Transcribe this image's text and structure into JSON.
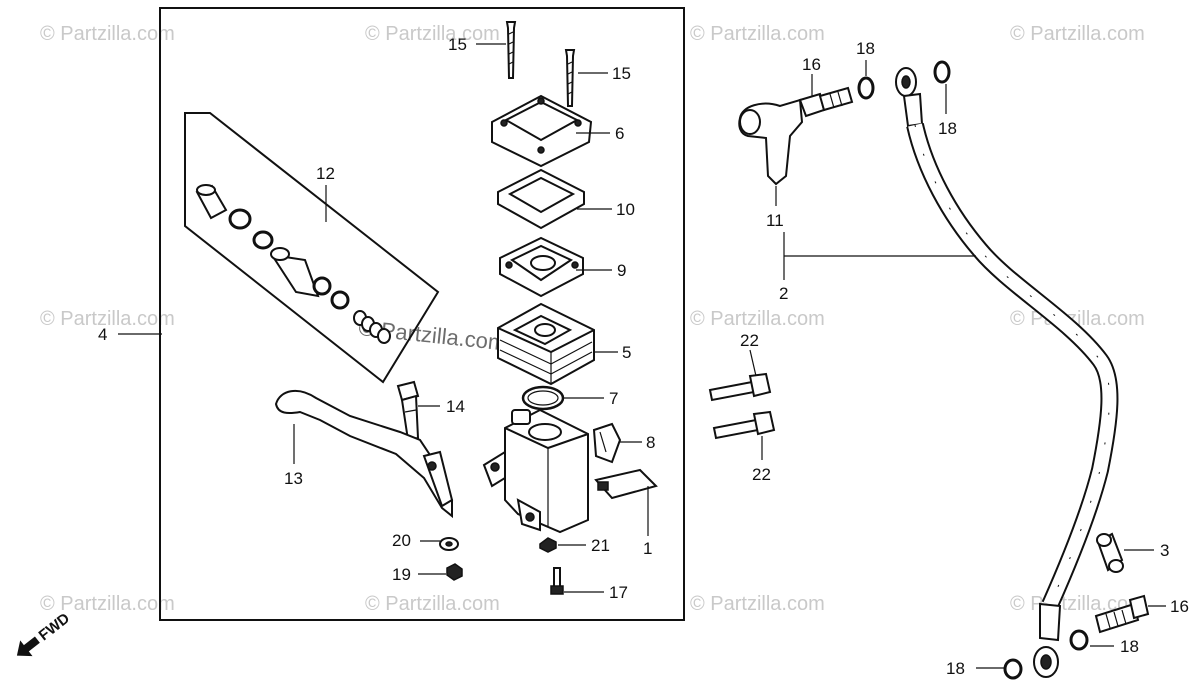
{
  "callouts": [
    {
      "id": "c15a",
      "text": "15"
    },
    {
      "id": "c15b",
      "text": "15"
    },
    {
      "id": "c6",
      "text": "6"
    },
    {
      "id": "c10",
      "text": "10"
    },
    {
      "id": "c9",
      "text": "9"
    },
    {
      "id": "c5",
      "text": "5"
    },
    {
      "id": "c7",
      "text": "7"
    },
    {
      "id": "c8",
      "text": "8"
    },
    {
      "id": "c1",
      "text": "1"
    },
    {
      "id": "c21",
      "text": "21"
    },
    {
      "id": "c17",
      "text": "17"
    },
    {
      "id": "c20",
      "text": "20"
    },
    {
      "id": "c19",
      "text": "19"
    },
    {
      "id": "c12",
      "text": "12"
    },
    {
      "id": "c4",
      "text": "4"
    },
    {
      "id": "c14",
      "text": "14"
    },
    {
      "id": "c13",
      "text": "13"
    },
    {
      "id": "c16a",
      "text": "16"
    },
    {
      "id": "c18a",
      "text": "18"
    },
    {
      "id": "c18b",
      "text": "18"
    },
    {
      "id": "c11",
      "text": "11"
    },
    {
      "id": "c2",
      "text": "2"
    },
    {
      "id": "c22a",
      "text": "22"
    },
    {
      "id": "c22b",
      "text": "22"
    },
    {
      "id": "c3",
      "text": "3"
    },
    {
      "id": "c16b",
      "text": "16"
    },
    {
      "id": "c18c",
      "text": "18"
    },
    {
      "id": "c18d",
      "text": "18"
    }
  ],
  "watermark": {
    "text": "© Partzilla.com",
    "center_text": "© Partzilla.com"
  },
  "fwd_label": "FWD"
}
